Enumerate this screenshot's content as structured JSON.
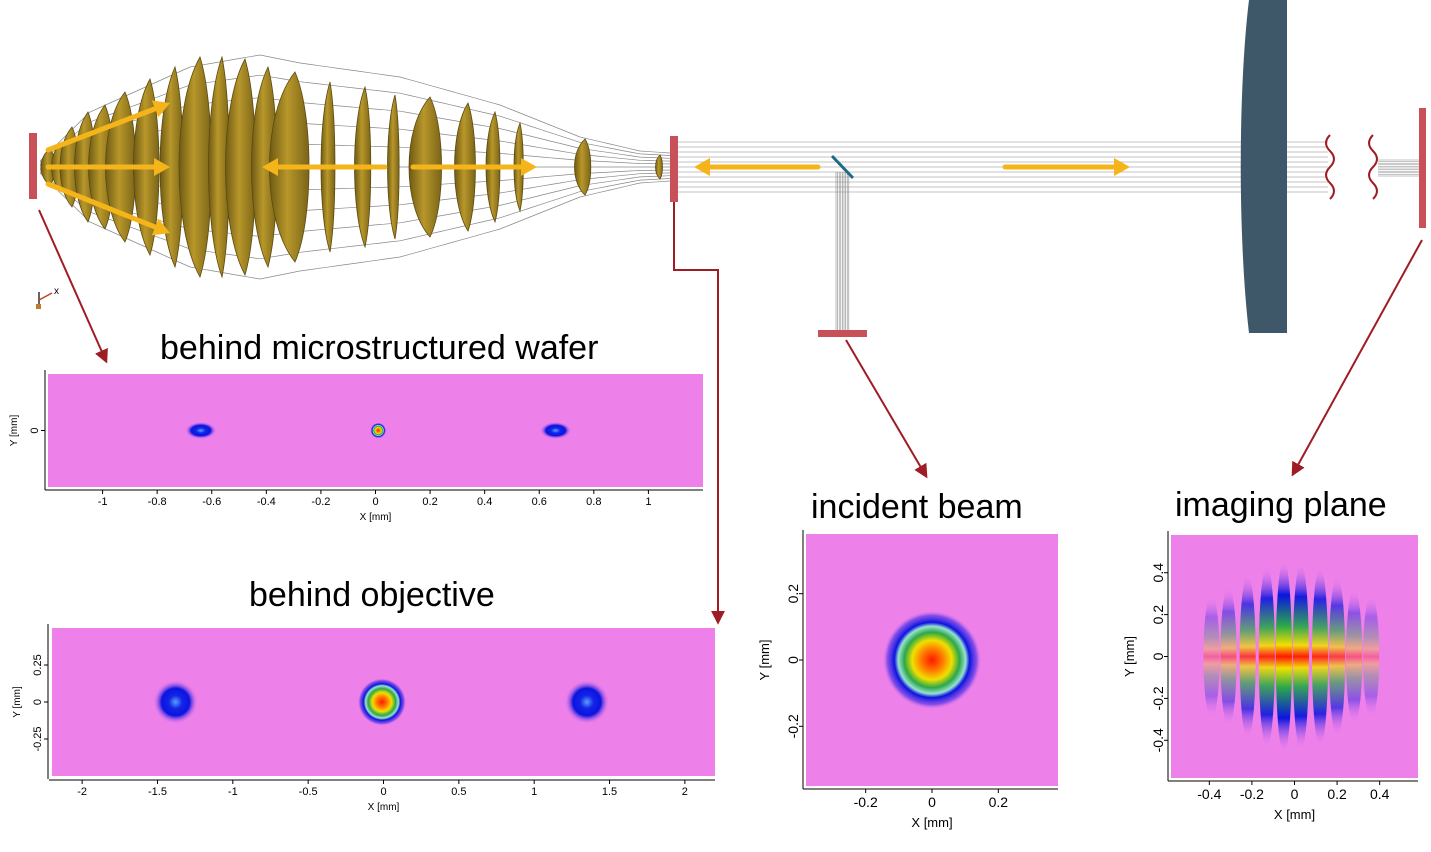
{
  "colors": {
    "lens": "#a88a22",
    "lens_edge": "#6e5a14",
    "ray": "#777777",
    "arrow_yellow": "#f5b51a",
    "pointer_red": "#a01c24",
    "detector": "#c85058",
    "splitter": "#1f6b86",
    "slab": "#3f5869",
    "field_bg": "#ee80ea",
    "spot_blue": "#0a14e0",
    "spot_green": "#2aa84a",
    "spot_yellow": "#f0e000",
    "spot_red": "#ff1800"
  },
  "titles": {
    "wafer": "behind microstructured wafer",
    "objective": "behind objective",
    "incident": "incident beam",
    "imaging": "imaging plane"
  },
  "coord_icon": {
    "name": "axis-triad-icon",
    "x_label": "x"
  },
  "panels": {
    "wafer": {
      "xlabel": "X [mm]",
      "ylabel": "Y [mm]",
      "xlim": [
        -1.2,
        1.2
      ],
      "ylim": [
        -0.21,
        0.21
      ],
      "xticks": [
        -1,
        -0.8,
        -0.6,
        -0.4,
        -0.2,
        0,
        0.2,
        0.4,
        0.6,
        0.8,
        1
      ],
      "xtick_labels": [
        "-1",
        "-0.8",
        "-0.6",
        "-0.4",
        "-0.2",
        "0",
        "0.2",
        "0.4",
        "0.6",
        "0.8",
        "1"
      ],
      "yticks": [
        0
      ],
      "ytick_labels": [
        "0"
      ],
      "spots": [
        {
          "x": -0.64,
          "y": 0,
          "rx": 0.05,
          "ry": 0.028,
          "kind": "weak"
        },
        {
          "x": 0.01,
          "y": 0,
          "rx": 0.025,
          "ry": 0.025,
          "kind": "strong"
        },
        {
          "x": 0.66,
          "y": 0,
          "rx": 0.05,
          "ry": 0.028,
          "kind": "weak"
        }
      ]
    },
    "objective": {
      "xlabel": "X [mm]",
      "ylabel": "Y [mm]",
      "xlim": [
        -2.2,
        2.2
      ],
      "ylim": [
        -0.5,
        0.5
      ],
      "xticks": [
        -2,
        -1.5,
        -1,
        -0.5,
        0,
        0.5,
        1,
        1.5,
        2
      ],
      "xtick_labels": [
        "-2",
        "-1.5",
        "-1",
        "-0.5",
        "0",
        "0.5",
        "1",
        "1.5",
        "2"
      ],
      "yticks": [
        -0.25,
        0,
        0.25
      ],
      "ytick_labels": [
        "-0.25",
        "0",
        "0.25"
      ],
      "spots": [
        {
          "x": -1.38,
          "y": 0,
          "rx": 0.13,
          "ry": 0.13,
          "kind": "weak"
        },
        {
          "x": -0.01,
          "y": 0,
          "rx": 0.14,
          "ry": 0.14,
          "kind": "strong"
        },
        {
          "x": 1.35,
          "y": 0,
          "rx": 0.13,
          "ry": 0.13,
          "kind": "weak"
        }
      ]
    },
    "incident": {
      "xlabel": "X [mm]",
      "ylabel": "Y [mm]",
      "xlim": [
        -0.38,
        0.38
      ],
      "ylim": [
        -0.38,
        0.38
      ],
      "xticks": [
        -0.2,
        0,
        0.2
      ],
      "xtick_labels": [
        "-0.2",
        "0",
        "0.2"
      ],
      "yticks": [
        -0.2,
        0,
        0.2
      ],
      "ytick_labels": [
        "-0.2",
        "0",
        "0.2"
      ],
      "spots": [
        {
          "x": 0,
          "y": 0,
          "rx": 0.13,
          "ry": 0.13,
          "kind": "strong"
        }
      ]
    },
    "imaging": {
      "xlabel": "X [mm]",
      "ylabel": "Y [mm]",
      "xlim": [
        -0.58,
        0.58
      ],
      "ylim": [
        -0.58,
        0.58
      ],
      "xticks": [
        -0.4,
        -0.2,
        0,
        0.2,
        0.4
      ],
      "xtick_labels": [
        "-0.4",
        "-0.2",
        "0",
        "0.2",
        "0.4"
      ],
      "yticks": [
        -0.4,
        -0.2,
        0,
        0.2,
        0.4
      ],
      "ytick_labels": [
        "-0.4",
        "-0.2",
        "0",
        "0.2",
        "0.4"
      ],
      "fringes": [
        {
          "x": -0.39,
          "amp": 0.08
        },
        {
          "x": -0.31,
          "amp": 0.3
        },
        {
          "x": -0.22,
          "amp": 0.62
        },
        {
          "x": -0.13,
          "amp": 0.85
        },
        {
          "x": -0.05,
          "amp": 1.0
        },
        {
          "x": 0.03,
          "amp": 0.92
        },
        {
          "x": 0.12,
          "amp": 0.82
        },
        {
          "x": 0.2,
          "amp": 0.56
        },
        {
          "x": 0.28,
          "amp": 0.24
        },
        {
          "x": 0.36,
          "amp": 0.08
        }
      ]
    }
  }
}
